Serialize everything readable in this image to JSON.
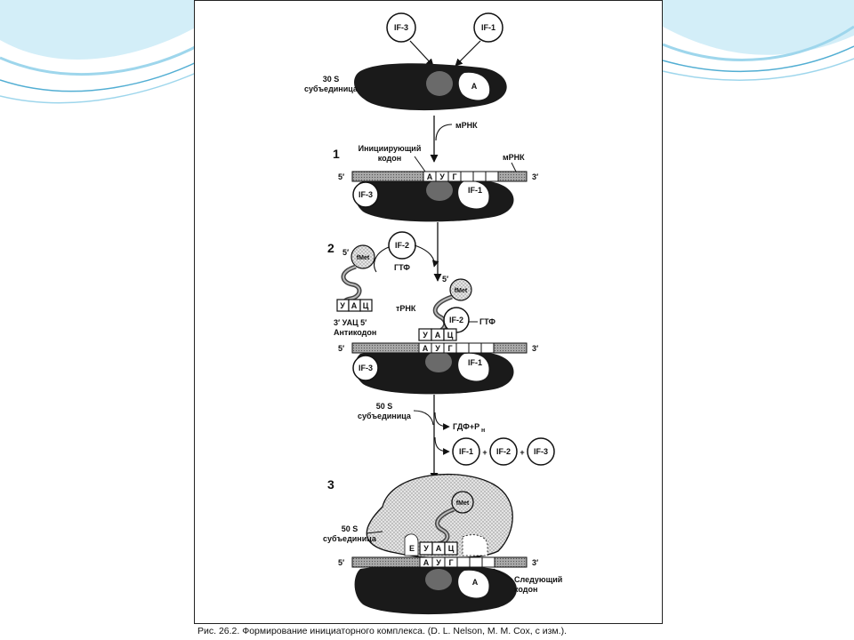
{
  "figure": {
    "factors": {
      "if1": "IF-1",
      "if2": "IF-2",
      "if3": "IF-3"
    },
    "labels": {
      "s30_line1": "30 S",
      "s30_line2": "субъединица",
      "mrna": "мРНК",
      "init_codon_line1": "Инициирующий",
      "init_codon_line2": "кодон",
      "five": "5′",
      "three": "3′",
      "gtp": "ГТФ",
      "trna": "тРНК",
      "anticodon_line1": "3′ УАЦ 5′",
      "anticodon_line2": "Антикодон",
      "s50_line1": "50 S",
      "s50_line2": "субъединица",
      "gdp_pi": "ГДФ+Р",
      "gdp_sub": "н",
      "plus": "+",
      "next_codon_line1": "Следующий",
      "next_codon_line2": "кодон",
      "fmet": "fMet",
      "site_a": "A",
      "site_e": "E"
    },
    "steps": [
      "1",
      "2",
      "3"
    ],
    "codon": [
      "А",
      "У",
      "Г"
    ],
    "anticodon": [
      "У",
      "А",
      "Ц"
    ],
    "caption": "Рис. 26.2. Формирование инициаторного комплекса. (D. L. Nelson, M. M. Cox, с изм.)."
  },
  "colors": {
    "accent_light": "#d3eef8",
    "accent_mid": "#9ed6ec",
    "accent_deep": "#52aed3"
  }
}
